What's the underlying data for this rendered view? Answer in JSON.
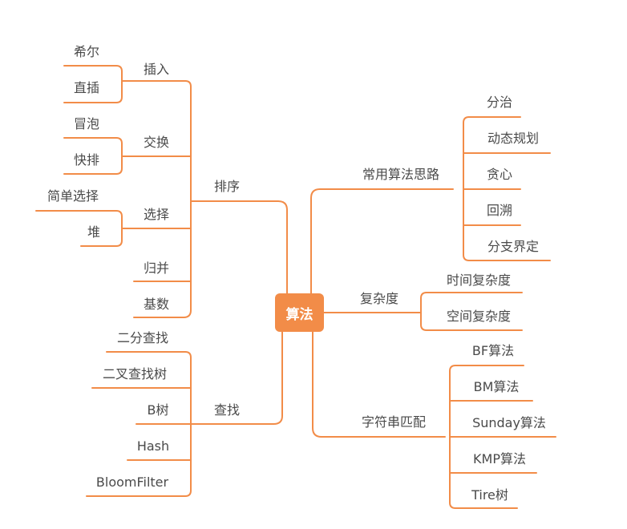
{
  "colors": {
    "accent": "#f28c48",
    "line": "#f28c48",
    "text": "#4a4a4a",
    "root_text": "#ffffff"
  },
  "root": "算法",
  "left": {
    "sort": {
      "label": "排序",
      "insert": {
        "label": "插入",
        "children": [
          "希尔",
          "直插"
        ]
      },
      "swap": {
        "label": "交换",
        "children": [
          "冒泡",
          "快排"
        ]
      },
      "select": {
        "label": "选择",
        "children": [
          "简单选择",
          "堆"
        ]
      },
      "merge": "归并",
      "radix": "基数"
    },
    "search": {
      "label": "查找",
      "children": [
        "二分查找",
        "二叉查找树",
        "B树",
        "Hash",
        "BloomFilter"
      ]
    }
  },
  "right": {
    "ideas": {
      "label": "常用算法思路",
      "children": [
        "分治",
        "动态规划",
        "贪心",
        "回溯",
        "分支界定"
      ]
    },
    "complexity": {
      "label": "复杂度",
      "children": [
        "时间复杂度",
        "空间复杂度"
      ]
    },
    "string_match": {
      "label": "字符串匹配",
      "children": [
        "BF算法",
        "BM算法",
        "Sunday算法",
        "KMP算法",
        "Tire树"
      ]
    }
  }
}
